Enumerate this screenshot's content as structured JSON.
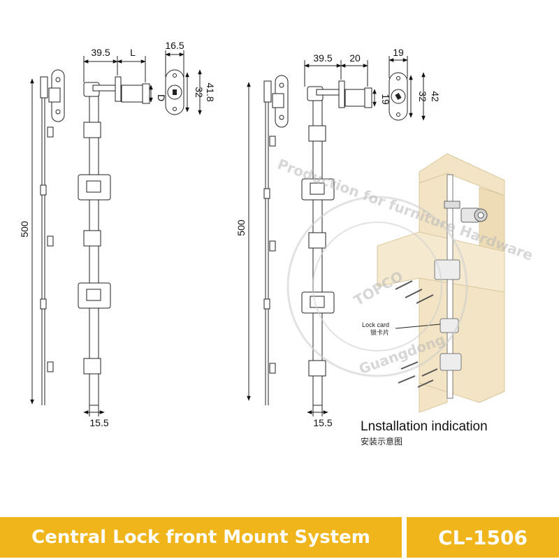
{
  "left_diagram": {
    "dim_width_top": "39.5",
    "dim_L": "L",
    "dim_D": "D",
    "dim_lock_width": "16.5",
    "dim_32": "32",
    "dim_41_8": "41.8",
    "dim_length": "500",
    "dim_bar_width": "15.5"
  },
  "right_diagram": {
    "dim_width_top": "39.5",
    "dim_20": "20",
    "dim_19_side": "19",
    "dim_lock_width": "19",
    "dim_32": "32",
    "dim_42": "42",
    "dim_length": "500",
    "dim_bar_width": "15.5"
  },
  "installation": {
    "title": "Lnstallation indication",
    "title_cn": "安装示意图",
    "lock_card_label": "Lock card",
    "lock_card_cn": "锁卡片"
  },
  "watermark": {
    "line1": "Production for furniture Hardware",
    "line2": "TOPCO",
    "line3": "Guangdong"
  },
  "footer": {
    "title": "Central Lock front Mount System",
    "code": "CL-1506"
  },
  "colors": {
    "banner": "#f0b51a",
    "wood": "#f2e4c4",
    "wood_edge": "#d9c79e"
  }
}
